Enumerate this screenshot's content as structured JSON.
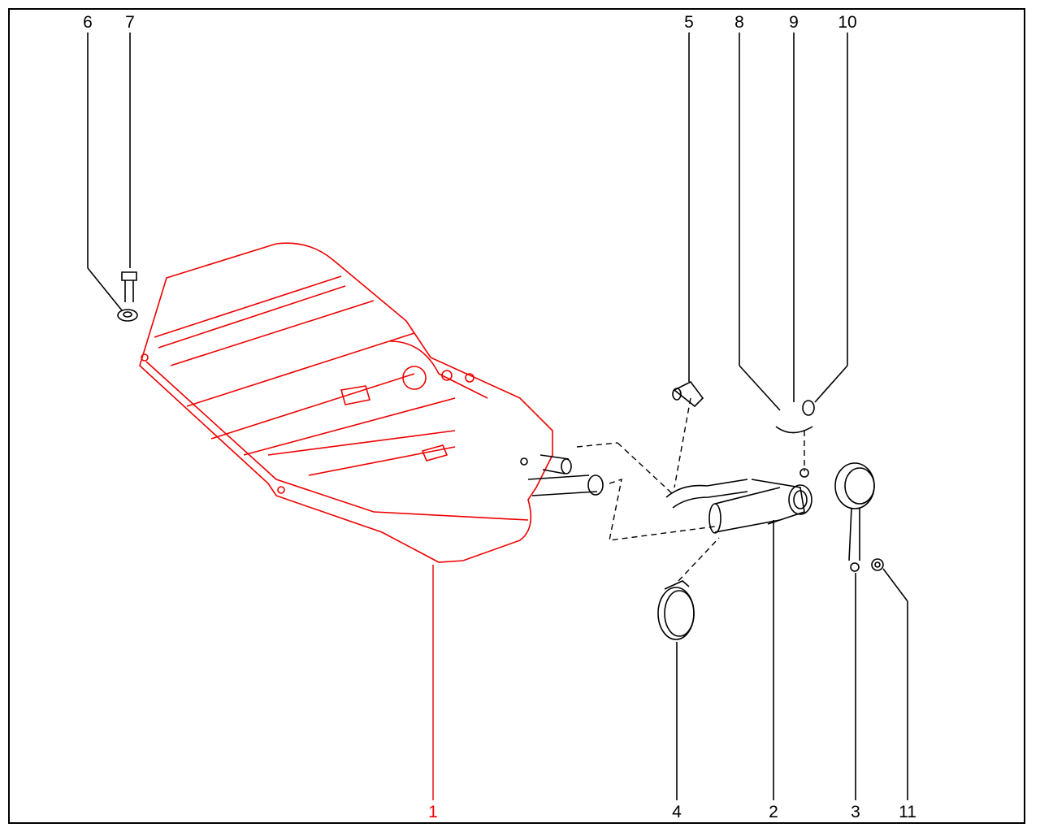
{
  "diagram": {
    "type": "exploded-parts-diagram",
    "highlight_color": "#e00000",
    "line_color": "#000000",
    "callouts": [
      {
        "id": "1",
        "label": "1",
        "part": "fuel-tank",
        "highlighted": true
      },
      {
        "id": "2",
        "label": "2",
        "part": "filler-neck",
        "highlighted": false
      },
      {
        "id": "3",
        "label": "3",
        "part": "filler-cap",
        "highlighted": false
      },
      {
        "id": "4",
        "label": "4",
        "part": "hose-clamp",
        "highlighted": false
      },
      {
        "id": "5",
        "label": "5",
        "part": "vent-hose",
        "highlighted": false
      },
      {
        "id": "6",
        "label": "6",
        "part": "washer",
        "highlighted": false
      },
      {
        "id": "7",
        "label": "7",
        "part": "bolt",
        "highlighted": false
      },
      {
        "id": "8",
        "label": "8",
        "part": "screw",
        "highlighted": false
      },
      {
        "id": "9",
        "label": "9",
        "part": "washer",
        "highlighted": false
      },
      {
        "id": "10",
        "label": "10",
        "part": "nut",
        "highlighted": false
      },
      {
        "id": "11",
        "label": "11",
        "part": "nut",
        "highlighted": false
      }
    ]
  }
}
